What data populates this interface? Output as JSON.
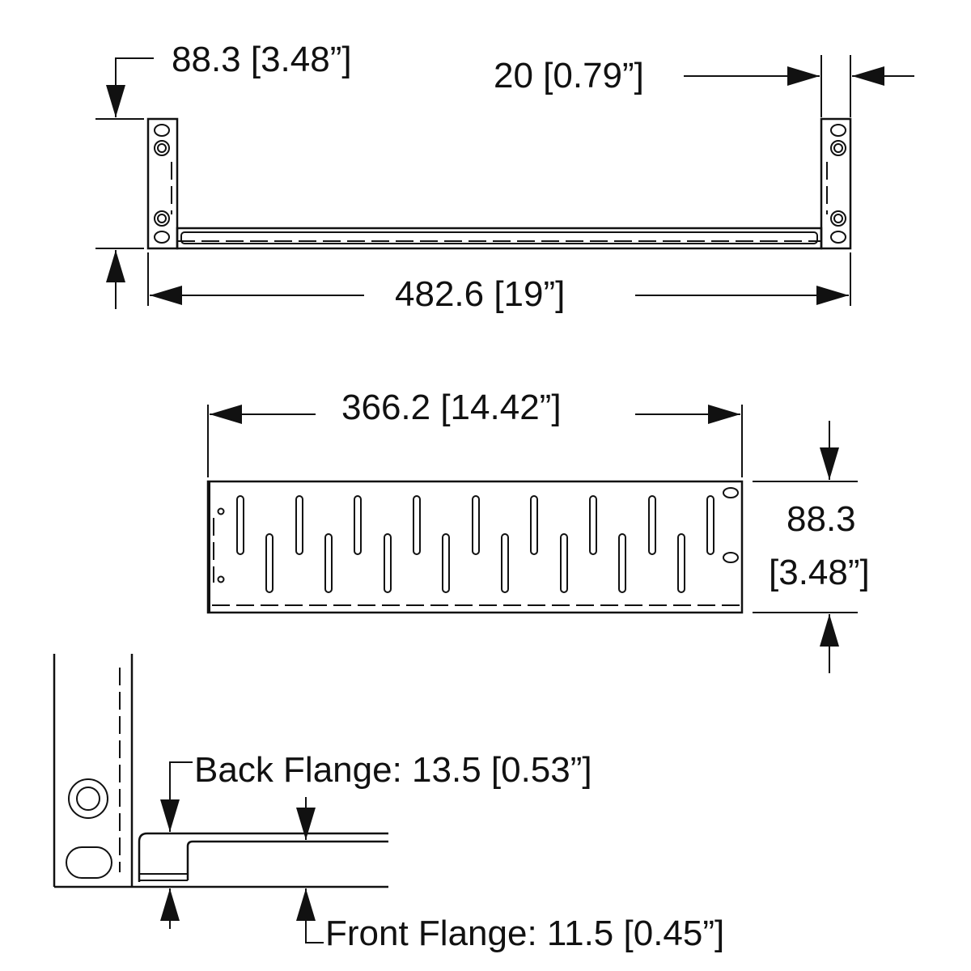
{
  "colors": {
    "ink": "#111111",
    "paper": "#ffffff"
  },
  "front_view": {
    "height_dim": "88.3 [3.48”]",
    "ear_width_dim": "20 [0.79”]",
    "overall_width_dim": "482.6 [19”]"
  },
  "side_view": {
    "depth_dim": "366.2 [14.42”]",
    "height_dim_line1": "88.3",
    "height_dim_line2": "[3.48”]"
  },
  "detail_view": {
    "back_flange": "Back Flange: 13.5 [0.53”]",
    "front_flange": "Front Flange: 11.5 [0.45”]"
  },
  "icons": [
    "arrow-head",
    "mounting-hole"
  ]
}
